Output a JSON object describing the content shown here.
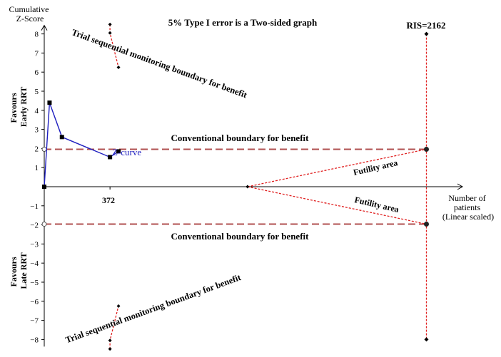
{
  "chart_data": {
    "type": "line",
    "title": "5% Type I error is a Two-sided graph",
    "ylabel": "Cumulative Z-Score",
    "xlabel": "Number of patients (Linear scaled)",
    "ylim": [
      -8,
      8
    ],
    "yticks": [
      -8,
      -7,
      -6,
      -5,
      -4,
      -3,
      -2,
      -1,
      1,
      2,
      3,
      4,
      5,
      6,
      7,
      8
    ],
    "xlim": [
      0,
      2160
    ],
    "xtick": {
      "value": 372,
      "label": "372"
    },
    "favour_top": "Favours Early RRT",
    "favour_bottom": "Favours Late RRT",
    "ris": {
      "value": 2162,
      "label": "RIS=2162"
    },
    "zcurve": {
      "name": "Z-curve",
      "color": "#1f1fbf",
      "x": [
        0,
        30,
        100,
        372,
        420
      ],
      "y": [
        0,
        4.4,
        2.6,
        1.55,
        1.85
      ]
    },
    "conventional_boundary": {
      "label_top": "Conventional boundary for benefit",
      "label_bottom": "Conventional boundary for benefit",
      "value": 1.96,
      "color": "#b05050"
    },
    "monitoring_boundary_upper": {
      "label": "Trial sequential monitoring boundary for benefit",
      "color": "#e02020",
      "x": [
        372,
        372,
        420
      ],
      "y": [
        8.5,
        8.05,
        6.25
      ]
    },
    "monitoring_boundary_lower": {
      "label": "Trial sequential monitoring boundary for benefit",
      "color": "#e02020",
      "x": [
        372,
        372,
        420
      ],
      "y": [
        -8.5,
        -8.05,
        -6.25
      ]
    },
    "futility": {
      "label_top": "Futility area",
      "label_bottom": "Futility area",
      "color": "#e02020",
      "x_start": 1150,
      "x_end": 2162,
      "y_end_top": 1.96,
      "y_end_bottom": -1.96
    }
  }
}
